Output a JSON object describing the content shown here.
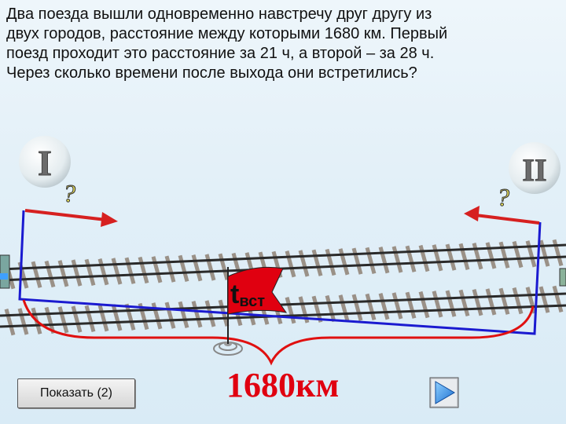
{
  "problem_lines": [
    "Два поезда вышли одновременно навстречу друг другу из",
    "двух городов, расстояние между которыми 1680 км. Первый",
    "поезд проходит это расстояние за 21 ч, а второй – за 28 ч.",
    "Через сколько времени после выхода они встретились?"
  ],
  "train1": {
    "label": "I",
    "speed_label": "?"
  },
  "train2": {
    "label": "II",
    "speed_label": "?"
  },
  "flag": {
    "main": "t",
    "sub": "вст"
  },
  "distance_label": "1680км",
  "show_button": "Показать (2)",
  "colors": {
    "arrow": "#d62020",
    "track": "#1a1ad0",
    "brace": "#e01010",
    "flag": "#e00010",
    "circle": "#e8eef0"
  }
}
